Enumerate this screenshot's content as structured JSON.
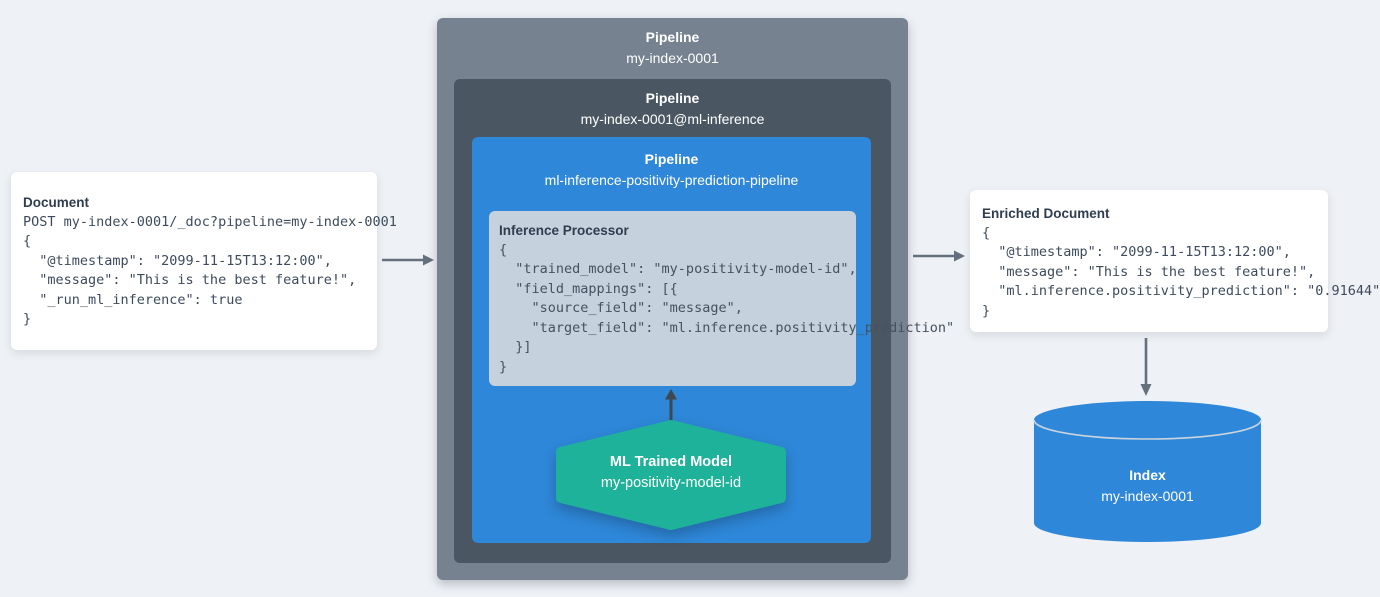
{
  "document_card": {
    "title": "Document",
    "code": "POST my-index-0001/_doc?pipeline=my-index-0001\n{\n  \"@timestamp\": \"2099-11-15T13:12:00\",\n  \"message\": \"This is the best feature!\",\n  \"_run_ml_inference\": true\n}"
  },
  "pipelines": {
    "outer": {
      "label": "Pipeline",
      "name": "my-index-0001"
    },
    "ml_inference": {
      "label": "Pipeline",
      "name": "my-index-0001@ml-inference"
    },
    "inference": {
      "label": "Pipeline",
      "name": "ml-inference-positivity-prediction-pipeline"
    }
  },
  "inference_processor": {
    "title": "Inference Processor",
    "code": "{\n  \"trained_model\": \"my-positivity-model-id\",\n  \"field_mappings\": [{\n    \"source_field\": \"message\",\n    \"target_field\": \"ml.inference.positivity_prediction\"\n  }]\n}"
  },
  "ml_trained_model": {
    "title": "ML Trained Model",
    "name": "my-positivity-model-id"
  },
  "enriched_card": {
    "title": "Enriched Document",
    "code": "{\n  \"@timestamp\": \"2099-11-15T13:12:00\",\n  \"message\": \"This is the best feature!\",\n  \"ml.inference.positivity_prediction\": \"0.91644\"\n}"
  },
  "index_store": {
    "title": "Index",
    "name": "my-index-0001"
  },
  "colors": {
    "background": "#eef1f5",
    "outer_pipeline_gray": "#76828f",
    "inner_pipeline_dark": "#4a5763",
    "pipeline_blue": "#2e87d8",
    "processor_bg": "#c5d1dc",
    "model_green": "#1fb29a",
    "arrow_gray": "#64707e",
    "arrow_dark": "#3f474f",
    "text_dark": "#3e4b5d"
  }
}
